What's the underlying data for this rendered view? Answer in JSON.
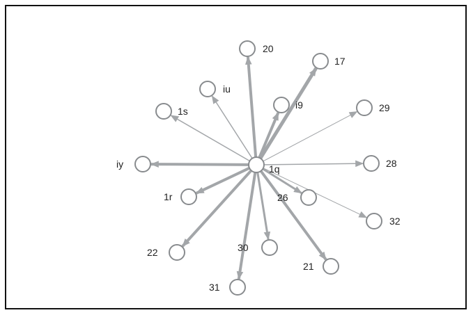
{
  "diagram": {
    "type": "directed-graph",
    "center": "1q",
    "colors": {
      "edge": "#a3a6a9",
      "node_stroke": "#888b8e",
      "node_fill": "#ffffff",
      "frame": "#111111",
      "text": "#222222"
    },
    "nodes": [
      {
        "id": "1q",
        "label": "1q"
      },
      {
        "id": "20",
        "label": "20"
      },
      {
        "id": "17",
        "label": "17"
      },
      {
        "id": "iu",
        "label": "iu"
      },
      {
        "id": "i9",
        "label": "i9"
      },
      {
        "id": "1s",
        "label": "1s"
      },
      {
        "id": "29",
        "label": "29"
      },
      {
        "id": "iy",
        "label": "iy"
      },
      {
        "id": "28",
        "label": "28"
      },
      {
        "id": "1r",
        "label": "1r"
      },
      {
        "id": "26",
        "label": "26"
      },
      {
        "id": "32",
        "label": "32"
      },
      {
        "id": "22",
        "label": "22"
      },
      {
        "id": "30",
        "label": "30"
      },
      {
        "id": "21",
        "label": "21"
      },
      {
        "id": "31",
        "label": "31"
      }
    ],
    "edges": [
      {
        "source": "1q",
        "target": "20",
        "weight": 4
      },
      {
        "source": "1q",
        "target": "17",
        "weight": 5
      },
      {
        "source": "1q",
        "target": "iu",
        "weight": 1.5
      },
      {
        "source": "1q",
        "target": "i9",
        "weight": 4
      },
      {
        "source": "1q",
        "target": "1s",
        "weight": 1.5
      },
      {
        "source": "1q",
        "target": "29",
        "weight": 1
      },
      {
        "source": "1q",
        "target": "iy",
        "weight": 4
      },
      {
        "source": "1q",
        "target": "28",
        "weight": 1.5
      },
      {
        "source": "1q",
        "target": "1r",
        "weight": 4
      },
      {
        "source": "1q",
        "target": "26",
        "weight": 3
      },
      {
        "source": "1q",
        "target": "32",
        "weight": 1
      },
      {
        "source": "1q",
        "target": "22",
        "weight": 4
      },
      {
        "source": "1q",
        "target": "30",
        "weight": 3
      },
      {
        "source": "1q",
        "target": "21",
        "weight": 4
      },
      {
        "source": "1q",
        "target": "31",
        "weight": 4
      }
    ]
  }
}
